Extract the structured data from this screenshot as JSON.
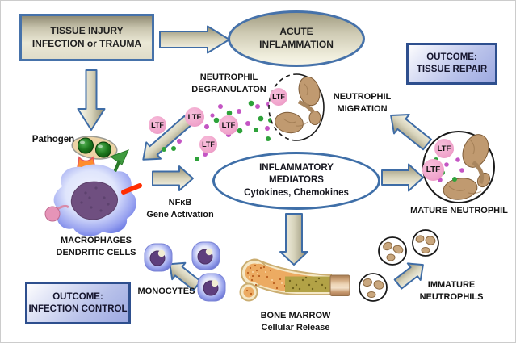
{
  "diagram": {
    "boxes": {
      "tissue_injury": {
        "line1": "TISSUE INJURY",
        "line2": "INFECTION or TRAUMA"
      },
      "acute_inflammation": {
        "line1": "ACUTE",
        "line2": "INFLAMMATION"
      },
      "outcome_tissue_repair": {
        "line1": "OUTCOME:",
        "line2": "TISSUE REPAIR"
      },
      "outcome_infection_control": {
        "line1": "OUTCOME:",
        "line2": "INFECTION CONTROL"
      },
      "inflammatory_mediators": {
        "line1": "INFLAMMATORY",
        "line2": "MEDIATORS",
        "line3": "Cytokines, Chemokines"
      }
    },
    "labels": {
      "neutrophil_degranulation_line1": "NEUTROPHIL",
      "neutrophil_degranulation_line2": "DEGRANULATON",
      "neutrophil_migration_line1": "NEUTROPHIL",
      "neutrophil_migration_line2": "MIGRATION",
      "pathogen": "Pathogen",
      "nfkb_line1": "NFκB",
      "nfkb_line2": "Gene Activation",
      "mature_neutrophil": "MATURE NEUTROPHIL",
      "macrophages_line1": "MACROPHAGES",
      "macrophages_line2": "DENDRITIC CELLS",
      "monocytes": "MONOCYTES",
      "bone_marrow_line1": "BONE MARROW",
      "bone_marrow_line2": "Cellular Release",
      "immature_line1": "IMMATURE",
      "immature_line2": "NEUTROPHILS"
    },
    "ltf": "LTF",
    "colors": {
      "shape_border_blue": "#4672aa",
      "outcome_border_blue": "#2e4f8e",
      "box_tan_dark": "#918c74",
      "box_tan_light": "#f2efe0",
      "outcome_fill_blue": "#aab5e4",
      "ltf_pink": "#f0a3cb",
      "dot_green": "#2ea23a",
      "dot_magenta": "#c455c4",
      "neutrophil_nucleus_brown": "#c09a70",
      "monocyte_nucleus_purple": "#5e3f7d",
      "macrophage_blue": "#6b7ae4",
      "bone_marrow_orange": "#ecab62"
    }
  }
}
